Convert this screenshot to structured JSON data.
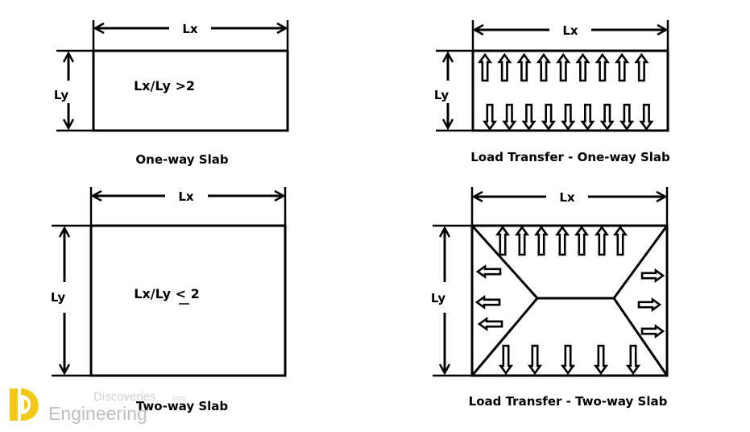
{
  "colors": {
    "ink": "#000000",
    "watermark": "#c8c8c8",
    "logo": "#f2c400"
  },
  "panel_one_way": {
    "dim_x": "Lx",
    "dim_y": "Ly",
    "ratio": "Lx/Ly >2",
    "caption": "One-way Slab"
  },
  "panel_two_way": {
    "dim_x": "Lx",
    "dim_y": "Ly",
    "ratio": "Lx/Ly < 2",
    "caption": "Two-way Slab"
  },
  "panel_load_one_way": {
    "dim_x": "Lx",
    "dim_y": "Ly",
    "caption": "Load Transfer - One-way Slab",
    "arrows_up_count": 9,
    "arrows_down_count": 9
  },
  "panel_load_two_way": {
    "dim_x": "Lx",
    "dim_y": "Ly",
    "caption": "Load Transfer -  Two-way Slab"
  },
  "watermark": {
    "line1": "Discoveries",
    "line1_suffix": ".com",
    "line2": "Engineering",
    "logo_icon": "engineering-discoveries-logo-icon"
  }
}
